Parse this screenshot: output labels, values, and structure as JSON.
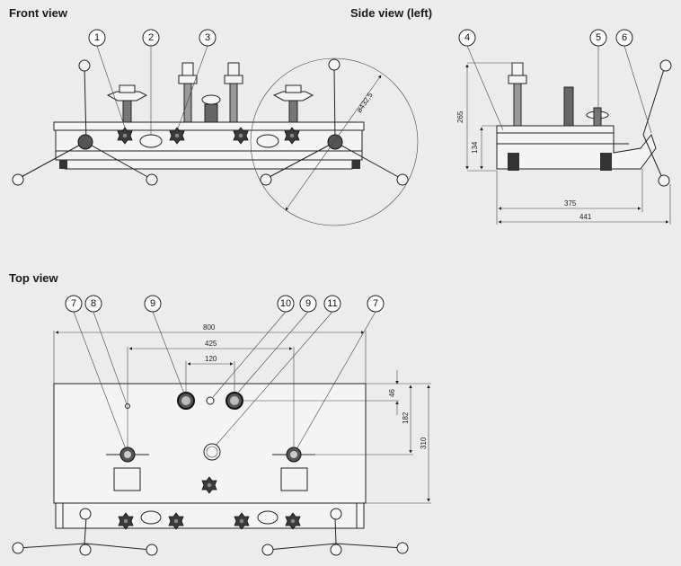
{
  "views": {
    "front": "Front view",
    "side": "Side view (left)",
    "top": "Top view"
  },
  "callouts": {
    "front": [
      "1",
      "2",
      "3"
    ],
    "side": [
      "4",
      "5",
      "6"
    ],
    "top": [
      "7",
      "8",
      "9",
      "10",
      "9",
      "11",
      "7"
    ]
  },
  "dimensions": {
    "front_circle": "ø432,5",
    "side_height_total": "265",
    "side_height_body": "134",
    "side_length_base": "375",
    "side_length_total": "441",
    "top_width_total": "800",
    "top_width_posts": "425",
    "top_width_ports": "120",
    "top_depth_ports": "46",
    "top_depth_center": "182",
    "top_depth_total": "310"
  }
}
